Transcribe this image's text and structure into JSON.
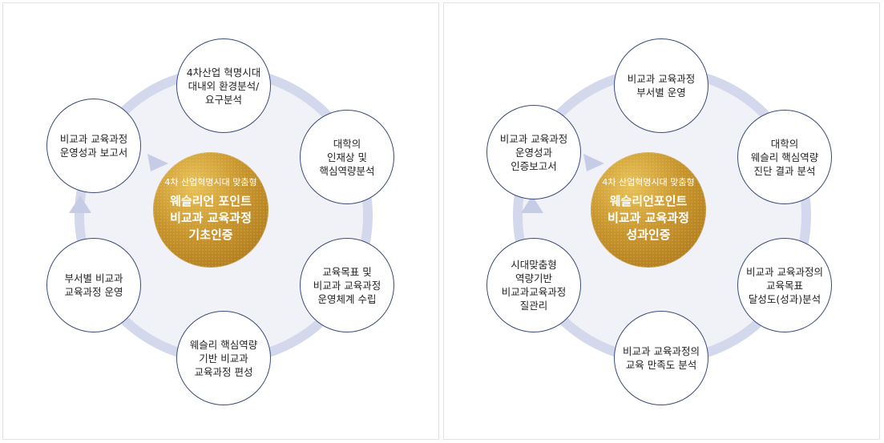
{
  "colors": {
    "ring": "#d4d8ec",
    "node_border": "#3b4a7a",
    "center_gold": "#c8952c",
    "text": "#222222"
  },
  "left": {
    "center_subtitle": "4차 산업혁명시대 맞춤형",
    "center_title": "웨슬리언 포인트\n비교과 교육과정\n기초인증",
    "nodes": [
      "4차산업 혁명시대\n대내외 환경분석/\n요구분석",
      "대학의\n인재상 및\n핵심역량분석",
      "교육목표 및\n비교과 교육과정\n운영체계 수립",
      "웨슬리 핵심역량\n기반 비교과\n교육과정 편성",
      "부서별 비교과\n교육과정 운영",
      "비교과 교육과정\n운영성과 보고서"
    ]
  },
  "right": {
    "center_subtitle": "4차 산업혁명시대 맞춤형",
    "center_title": "웨슬리언포인트\n비교과 교육과정\n성과인증",
    "nodes": [
      "비교과 교육과정\n부서별 운영",
      "대학의\n웨슬리 핵심역량\n진단 결과 분석",
      "비교과 교육과정의\n교육목표\n달성도(성과)분석",
      "비교과 교육과정의\n교육 만족도 분석",
      "시대맞춤형\n역량기반\n비교과교육과정\n질관리",
      "비교과 교육과정\n운영성과\n인증보고서"
    ]
  }
}
